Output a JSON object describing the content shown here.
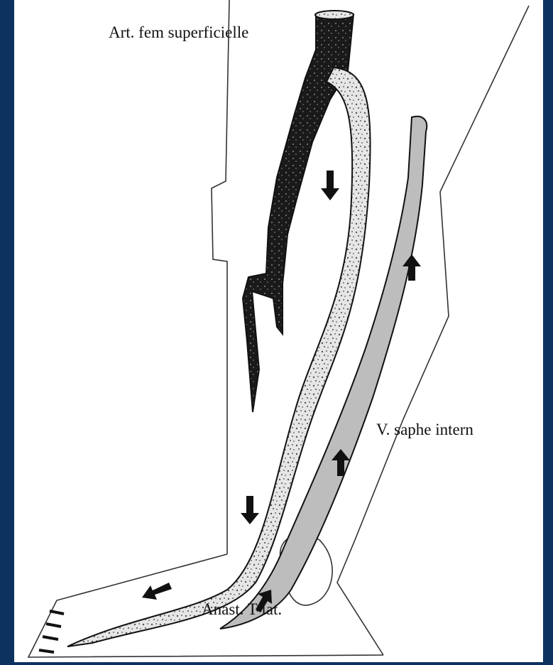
{
  "frame": {
    "border_color": "#0d3260",
    "background": "#ffffff"
  },
  "labels": {
    "artery": "Art. fem superficielle",
    "vein": "V. saphe intern",
    "anastomosis": "Anast. T-lat."
  },
  "colors": {
    "artery_fill": "#1a1a1a",
    "graft_fill": "#e4e4e4",
    "vein_fill": "#bdbdbd",
    "outline": "#111111"
  },
  "icons": {
    "flow_arrow": "arrow-icon"
  }
}
